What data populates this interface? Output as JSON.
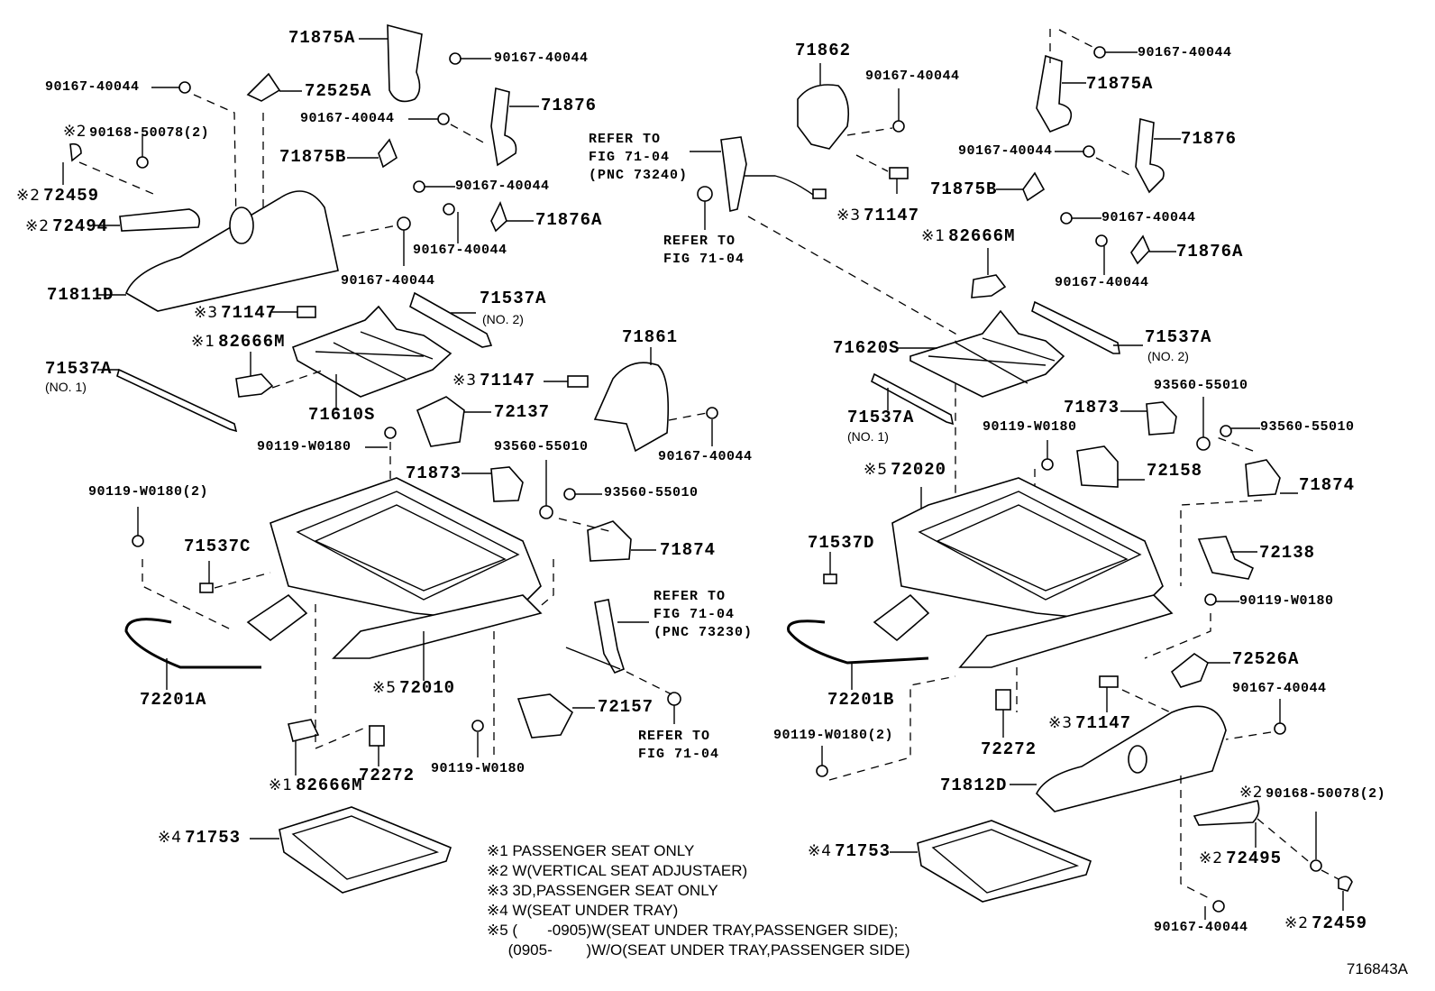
{
  "diagram": {
    "figure_id": "716843A",
    "left_seat": {
      "labels": [
        {
          "id": "l1",
          "mark": "",
          "text": "71875A",
          "size": "big"
        },
        {
          "id": "l2",
          "mark": "",
          "text": "90167-40044"
        },
        {
          "id": "l3",
          "mark": "",
          "text": "90167-40044"
        },
        {
          "id": "l4",
          "mark": "",
          "text": "72525A",
          "size": "big"
        },
        {
          "id": "l5",
          "mark": "",
          "text": "90167-40044"
        },
        {
          "id": "l6",
          "mark": "",
          "text": "71876",
          "size": "big"
        },
        {
          "id": "l7",
          "mark": "※2",
          "text": "90168-50078(2)"
        },
        {
          "id": "l8",
          "mark": "",
          "text": "71875B",
          "size": "big"
        },
        {
          "id": "l9",
          "mark": "",
          "text": "90167-40044"
        },
        {
          "id": "l10",
          "mark": "※2",
          "text": "72459",
          "size": "big"
        },
        {
          "id": "l11",
          "mark": "",
          "text": "71876A",
          "size": "big"
        },
        {
          "id": "l12",
          "mark": "※2",
          "text": "72494",
          "size": "big"
        },
        {
          "id": "l13",
          "mark": "",
          "text": "90167-40044"
        },
        {
          "id": "l14",
          "mark": "",
          "text": "90167-40044"
        },
        {
          "id": "l15",
          "mark": "",
          "text": "71811D",
          "size": "big"
        },
        {
          "id": "l16",
          "mark": "※3",
          "text": "71147",
          "size": "big"
        },
        {
          "id": "l17",
          "mark": "",
          "text": "71537A",
          "size": "big",
          "sub": "(NO. 2)"
        },
        {
          "id": "l18",
          "mark": "※1",
          "text": "82666M",
          "size": "big"
        },
        {
          "id": "l19",
          "mark": "",
          "text": "71537A",
          "size": "big",
          "sub": "(NO. 1)"
        },
        {
          "id": "l20",
          "mark": "",
          "text": "71610S",
          "size": "big"
        },
        {
          "id": "l21",
          "mark": "",
          "text": "71861",
          "size": "big"
        },
        {
          "id": "l22",
          "mark": "※3",
          "text": "71147",
          "size": "big"
        },
        {
          "id": "l23",
          "mark": "",
          "text": "72137",
          "size": "big"
        },
        {
          "id": "l24",
          "mark": "",
          "text": "90119-W0180"
        },
        {
          "id": "l25",
          "mark": "",
          "text": "90167-40044"
        },
        {
          "id": "l26",
          "mark": "",
          "text": "93560-55010"
        },
        {
          "id": "l27",
          "mark": "",
          "text": "71873",
          "size": "big"
        },
        {
          "id": "l28",
          "mark": "",
          "text": "90119-W0180(2)"
        },
        {
          "id": "l29",
          "mark": "",
          "text": "93560-55010"
        },
        {
          "id": "l30",
          "mark": "",
          "text": "71537C",
          "size": "big"
        },
        {
          "id": "l31",
          "mark": "",
          "text": "71874",
          "size": "big"
        },
        {
          "id": "l32",
          "mark": "※5",
          "text": "72010",
          "size": "big"
        },
        {
          "id": "l33",
          "mark": "",
          "text": "72201A",
          "size": "big"
        },
        {
          "id": "l34",
          "mark": "",
          "text": "72157",
          "size": "big"
        },
        {
          "id": "l35",
          "mark": "※1",
          "text": "82666M",
          "size": "big"
        },
        {
          "id": "l36",
          "mark": "",
          "text": "72272",
          "size": "big"
        },
        {
          "id": "l37",
          "mark": "",
          "text": "90119-W0180"
        },
        {
          "id": "l38",
          "mark": "※4",
          "text": "71753",
          "size": "big"
        }
      ],
      "references": [
        {
          "id": "r1",
          "text": "REFER TO\nFIG 71-04\n(PNC 73240)"
        },
        {
          "id": "r2",
          "text": "REFER TO\nFIG 71-04"
        },
        {
          "id": "r3",
          "text": "REFER TO\nFIG 71-04\n(PNC 73230)"
        },
        {
          "id": "r4",
          "text": "REFER TO\nFIG 71-04"
        }
      ]
    },
    "right_seat": {
      "labels": [
        {
          "id": "m1",
          "mark": "",
          "text": "71862",
          "size": "big"
        },
        {
          "id": "m2",
          "mark": "",
          "text": "90167-40044"
        },
        {
          "id": "m3",
          "mark": "",
          "text": "90167-40044"
        },
        {
          "id": "m4",
          "mark": "",
          "text": "71875A",
          "size": "big"
        },
        {
          "id": "m5",
          "mark": "",
          "text": "90167-40044"
        },
        {
          "id": "m6",
          "mark": "",
          "text": "71876",
          "size": "big"
        },
        {
          "id": "m7",
          "mark": "※3",
          "text": "71147",
          "size": "big"
        },
        {
          "id": "m8",
          "mark": "",
          "text": "71875B",
          "size": "big"
        },
        {
          "id": "m9",
          "mark": "",
          "text": "90167-40044"
        },
        {
          "id": "m10",
          "mark": "※1",
          "text": "82666M",
          "size": "big"
        },
        {
          "id": "m11",
          "mark": "",
          "text": "71876A",
          "size": "big"
        },
        {
          "id": "m12",
          "mark": "",
          "text": "90167-40044"
        },
        {
          "id": "m13",
          "mark": "",
          "text": "71620S",
          "size": "big"
        },
        {
          "id": "m14",
          "mark": "",
          "text": "71537A",
          "size": "big",
          "sub": "(NO. 2)"
        },
        {
          "id": "m15",
          "mark": "",
          "text": "71537A",
          "size": "big",
          "sub": "(NO. 1)"
        },
        {
          "id": "m16",
          "mark": "",
          "text": "93560-55010"
        },
        {
          "id": "m17",
          "mark": "",
          "text": "71873",
          "size": "big"
        },
        {
          "id": "m18",
          "mark": "",
          "text": "90119-W0180"
        },
        {
          "id": "m19",
          "mark": "",
          "text": "93560-55010"
        },
        {
          "id": "m20",
          "mark": "※5",
          "text": "72020",
          "size": "big"
        },
        {
          "id": "m21",
          "mark": "",
          "text": "72158",
          "size": "big"
        },
        {
          "id": "m22",
          "mark": "",
          "text": "71874",
          "size": "big"
        },
        {
          "id": "m23",
          "mark": "",
          "text": "71537D",
          "size": "big"
        },
        {
          "id": "m24",
          "mark": "",
          "text": "72138",
          "size": "big"
        },
        {
          "id": "m25",
          "mark": "",
          "text": "90119-W0180"
        },
        {
          "id": "m26",
          "mark": "",
          "text": "72526A",
          "size": "big"
        },
        {
          "id": "m27",
          "mark": "",
          "text": "72201B",
          "size": "big"
        },
        {
          "id": "m28",
          "mark": "",
          "text": "90167-40044"
        },
        {
          "id": "m29",
          "mark": "※3",
          "text": "71147",
          "size": "big"
        },
        {
          "id": "m30",
          "mark": "",
          "text": "72272",
          "size": "big"
        },
        {
          "id": "m31",
          "mark": "",
          "text": "90119-W0180(2)"
        },
        {
          "id": "m32",
          "mark": "",
          "text": "71812D",
          "size": "big"
        },
        {
          "id": "m33",
          "mark": "※2",
          "text": "90168-50078(2)"
        },
        {
          "id": "m34",
          "mark": "※4",
          "text": "71753",
          "size": "big"
        },
        {
          "id": "m35",
          "mark": "※2",
          "text": "72495",
          "size": "big"
        },
        {
          "id": "m36",
          "mark": "",
          "text": "90167-40044"
        },
        {
          "id": "m37",
          "mark": "※2",
          "text": "72459",
          "size": "big"
        }
      ]
    },
    "notes": [
      "※1 PASSENGER SEAT ONLY",
      "※2 W(VERTICAL SEAT ADJUSTAER)",
      "※3 3D,PASSENGER SEAT ONLY",
      "※4 W(SEAT UNDER TRAY)",
      "※5 (       -0905)W(SEAT UNDER TRAY,PASSENGER SIDE);",
      "     (0905-        )W/O(SEAT UNDER TRAY,PASSENGER SIDE)"
    ]
  }
}
